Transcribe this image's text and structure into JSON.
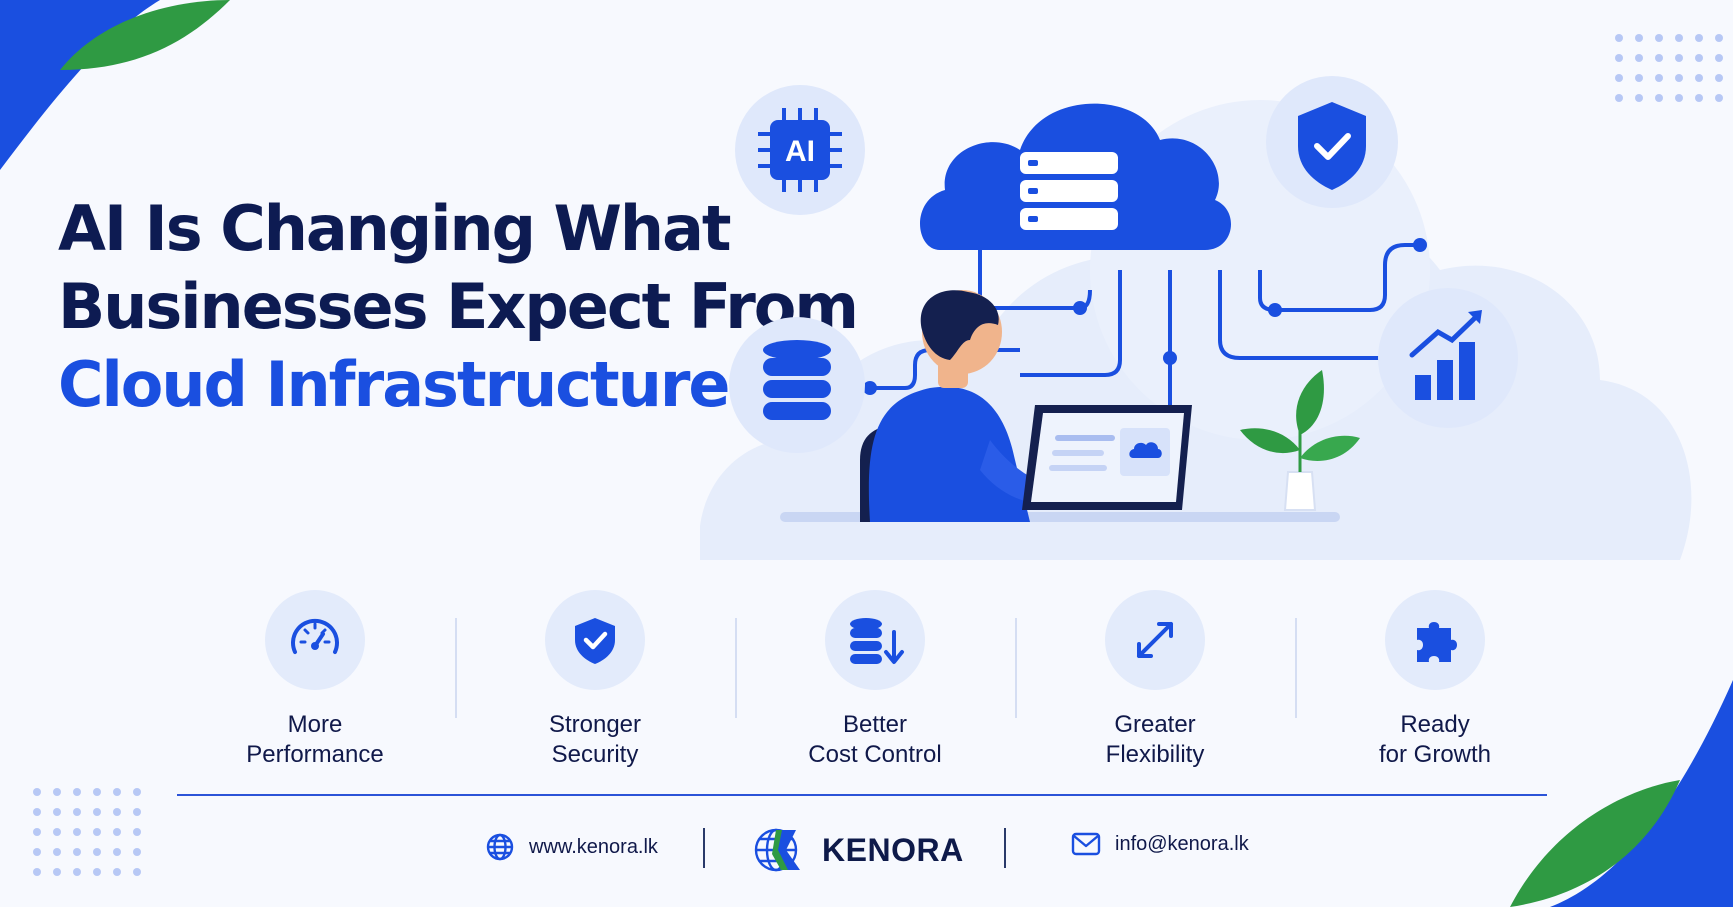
{
  "headline": {
    "line1": "AI Is Changing What",
    "line2": "Businesses Expect From",
    "line3": "Cloud Infrastructure"
  },
  "scene": {
    "chip_label": "AI",
    "icons": [
      "ai-chip-icon",
      "database-icon",
      "cloud-server-icon",
      "shield-check-icon",
      "growth-chart-icon",
      "laptop-icon",
      "plant-icon"
    ]
  },
  "features": [
    {
      "line1": "More",
      "line2": "Performance",
      "icon": "speedometer-icon"
    },
    {
      "line1": "Stronger",
      "line2": "Security",
      "icon": "shield-check-icon"
    },
    {
      "line1": "Better",
      "line2": "Cost Control",
      "icon": "database-down-icon"
    },
    {
      "line1": "Greater",
      "line2": "Flexibility",
      "icon": "expand-arrows-icon"
    },
    {
      "line1": "Ready",
      "line2": "for Growth",
      "icon": "puzzle-icon"
    }
  ],
  "footer": {
    "website": "www.kenora.lk",
    "brand": "KENORA",
    "email": "info@kenora.lk"
  },
  "colors": {
    "primary": "#1a4fe0",
    "navy": "#0d1b52",
    "light": "#e3ebfb",
    "green": "#2f9a43"
  }
}
